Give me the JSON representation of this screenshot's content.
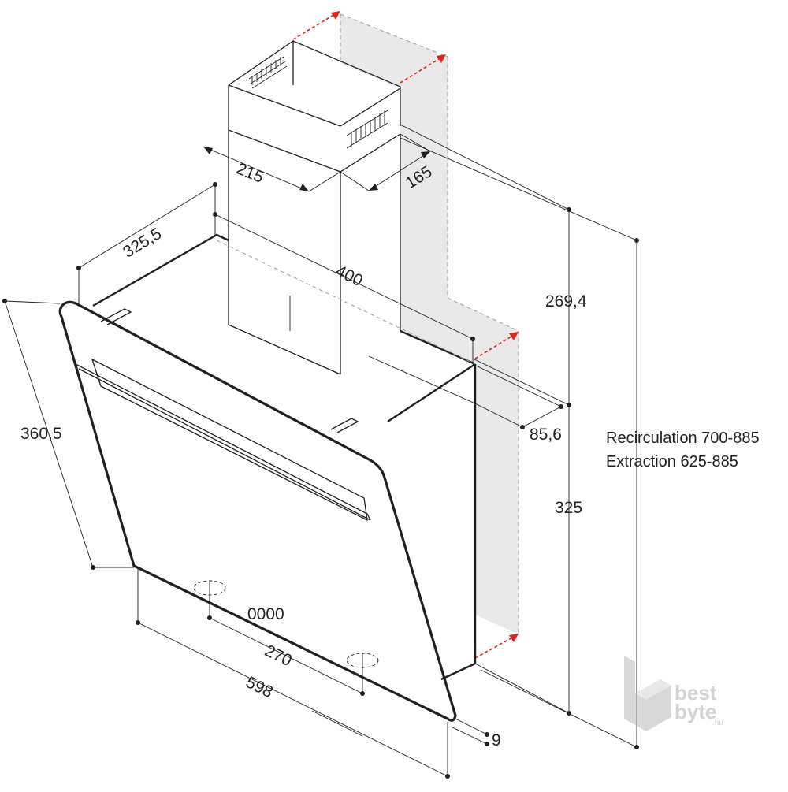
{
  "dimensions": {
    "chimney_width": "215",
    "chimney_depth": "165",
    "top_depth": "325,5",
    "hood_depth": "400",
    "glass_height": "360,5",
    "chimney_height": "269,4",
    "offset": "85,6",
    "body_height": "325",
    "vent_spacing": "270",
    "hood_width": "598",
    "glass_thickness": "9"
  },
  "notes": {
    "recirculation": "Recirculation 700-885",
    "extraction": "Extraction 625-885"
  },
  "control_panel": {
    "buttons": "0000"
  },
  "watermark": {
    "brand": "bestbyte.hu",
    "line1": "best",
    "line2": "byte",
    "suffix": ".hu"
  },
  "colors": {
    "line": "#231f20",
    "wall": "#e9e9e9",
    "arrow_red": "#e2231a",
    "watermark": "#c8c8c8"
  }
}
